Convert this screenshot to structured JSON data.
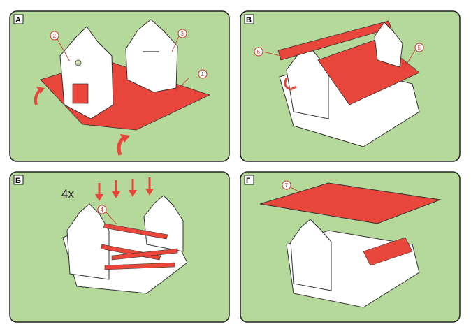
{
  "colors": {
    "panel_bg": "#b5d89b",
    "panel_border": "#222222",
    "part_red": "#e8463a",
    "part_white": "#ffffff",
    "outline": "#333333",
    "callout": "#c9352a"
  },
  "panels": [
    {
      "id": "A",
      "label": "A",
      "callouts": [
        "1",
        "2",
        "3"
      ]
    },
    {
      "id": "B",
      "label": "B",
      "callouts": [
        "5",
        "6"
      ]
    },
    {
      "id": "V",
      "label": "Б",
      "callouts": [
        "4"
      ],
      "count_label": "4x"
    },
    {
      "id": "G",
      "label": "Г",
      "callouts": [
        "7"
      ]
    }
  ],
  "icons": {
    "arrow": "curved-arrow-icon",
    "down_arrow": "down-arrow-icon",
    "callout": "callout-circle-icon"
  }
}
